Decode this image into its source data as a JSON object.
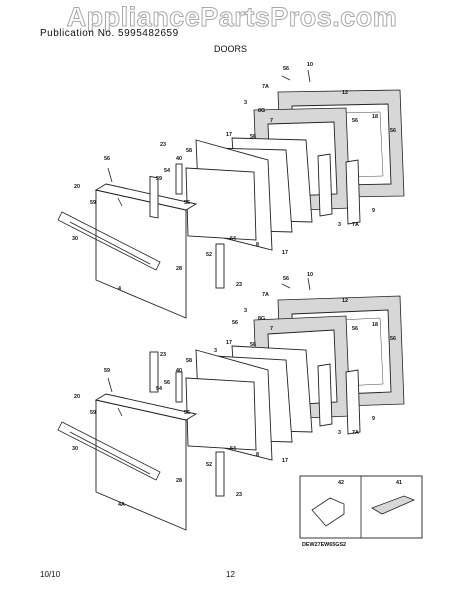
{
  "header": {
    "brand_text": "Publication No. 5995482659",
    "section_title": "DOORS"
  },
  "watermark": "AppliancePartsPros.com",
  "footer": {
    "date": "10/10",
    "page": "12"
  },
  "callouts": {
    "upper": [
      "56",
      "10",
      "7A",
      "12",
      "3",
      "8G",
      "7",
      "56",
      "18",
      "56",
      "17",
      "56",
      "58",
      "23",
      "40",
      "56",
      "54",
      "59",
      "56",
      "8",
      "17",
      "3",
      "7A",
      "20",
      "59",
      "64",
      "52",
      "30",
      "28",
      "4",
      "23",
      "9"
    ],
    "lower": [
      "56",
      "10",
      "7A",
      "12",
      "3",
      "8G",
      "56",
      "7",
      "56",
      "18",
      "56",
      "17",
      "3",
      "56",
      "58",
      "23",
      "40",
      "54",
      "59",
      "56",
      "56",
      "8",
      "17",
      "3",
      "7A",
      "20",
      "59",
      "64",
      "52",
      "30",
      "28",
      "4A",
      "23",
      "9"
    ]
  },
  "inset": {
    "labels": [
      "42",
      "41"
    ],
    "model": "DEW27EW65GS2"
  }
}
